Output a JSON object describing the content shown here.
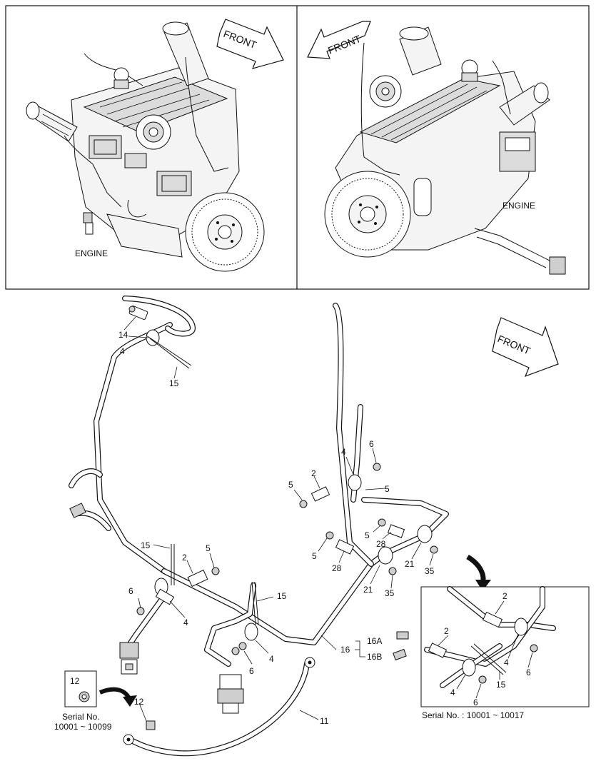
{
  "top_left_panel": {
    "engine_label": "ENGINE",
    "front_label": "FRONT"
  },
  "top_right_panel": {
    "engine_label": "ENGINE",
    "front_label": "FRONT"
  },
  "main": {
    "front_label": "FRONT",
    "callouts": [
      {
        "id": "14",
        "text": "14"
      },
      {
        "id": "4a",
        "text": "4"
      },
      {
        "id": "15a",
        "text": "15"
      },
      {
        "id": "4b",
        "text": "4"
      },
      {
        "id": "6a",
        "text": "6"
      },
      {
        "id": "2a",
        "text": "2"
      },
      {
        "id": "5a",
        "text": "5"
      },
      {
        "id": "5b",
        "text": "5"
      },
      {
        "id": "5c",
        "text": "5"
      },
      {
        "id": "28a",
        "text": "28"
      },
      {
        "id": "5d",
        "text": "5"
      },
      {
        "id": "28b",
        "text": "28"
      },
      {
        "id": "21a",
        "text": "21"
      },
      {
        "id": "35a",
        "text": "35"
      },
      {
        "id": "21b",
        "text": "21"
      },
      {
        "id": "35b",
        "text": "35"
      },
      {
        "id": "15b",
        "text": "15"
      },
      {
        "id": "2b",
        "text": "2"
      },
      {
        "id": "5e",
        "text": "5"
      },
      {
        "id": "6b",
        "text": "6"
      },
      {
        "id": "4c",
        "text": "4"
      },
      {
        "id": "15c",
        "text": "15"
      },
      {
        "id": "4d",
        "text": "4"
      },
      {
        "id": "6c",
        "text": "6"
      },
      {
        "id": "16",
        "text": "16"
      },
      {
        "id": "16A",
        "text": "16A"
      },
      {
        "id": "16B",
        "text": "16B"
      },
      {
        "id": "11",
        "text": "11"
      },
      {
        "id": "12a",
        "text": "12"
      }
    ]
  },
  "inset_left": {
    "part_number": "12",
    "serial_line1": "Serial No.",
    "serial_line2": "10001 ~ 10099"
  },
  "inset_right": {
    "serial_text": "Serial No. : 10001 ~ 10017",
    "callouts": [
      {
        "id": "r2a",
        "text": "2"
      },
      {
        "id": "r2b",
        "text": "2"
      },
      {
        "id": "r4a",
        "text": "4"
      },
      {
        "id": "r6a",
        "text": "6"
      },
      {
        "id": "r4b",
        "text": "4"
      },
      {
        "id": "r6b",
        "text": "6"
      },
      {
        "id": "r15",
        "text": "15"
      }
    ]
  }
}
